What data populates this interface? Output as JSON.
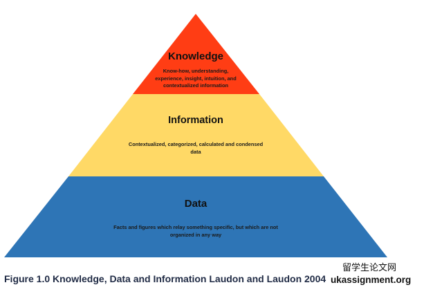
{
  "tiers": [
    {
      "title": "Knowledge",
      "description": "Know-how, understanding, experience, insight, intuition, and contextualized information",
      "color": "#FF3D14"
    },
    {
      "title": "Information",
      "description": "Contextualized, categorized, calculated and condensed data",
      "color": "#FFD966"
    },
    {
      "title": "Data",
      "description": "Facts and figures which relay something specific, but which are not organized in any way",
      "color": "#2E75B6"
    }
  ],
  "caption": "Figure 1.0 Knowledge, Data and Information Laudon and Laudon 2004",
  "watermark": {
    "chinese": "留学生论文网",
    "url": "ukassignment.org"
  }
}
